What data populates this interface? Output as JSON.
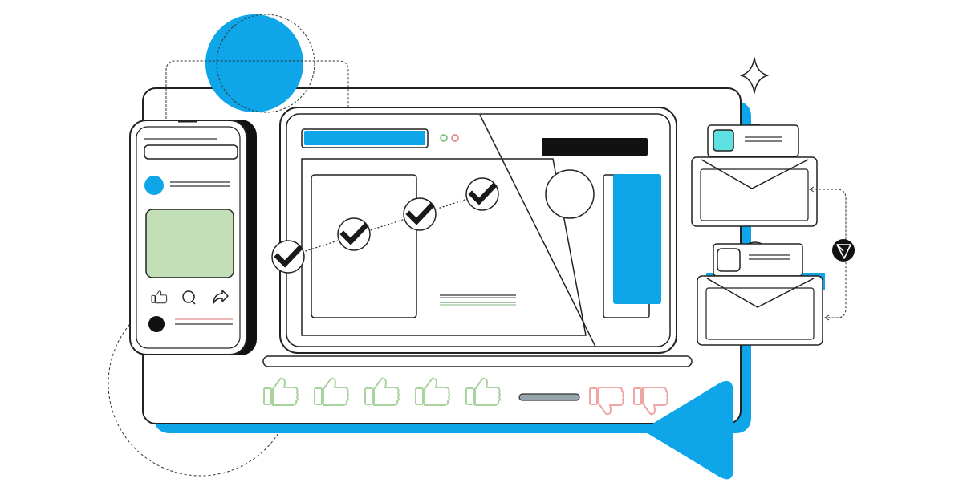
{
  "colors": {
    "brand_blue": "#0ea5e9",
    "outline": "#222222",
    "like_green": "#a9d39e",
    "dislike_red": "#f0a5a5",
    "image_green": "#c3dfb8",
    "avatar_teal": "#5fe0e0",
    "slider_gray": "#98a4ad",
    "white": "#ffffff"
  },
  "icons": [
    "sparkle-icon",
    "check-icon",
    "thumbs-up-icon",
    "thumbs-down-icon",
    "comment-icon",
    "share-icon",
    "send-icon",
    "envelope-icon"
  ],
  "feedback": {
    "likes": 5,
    "dislikes": 2
  },
  "progress_checks": 4
}
